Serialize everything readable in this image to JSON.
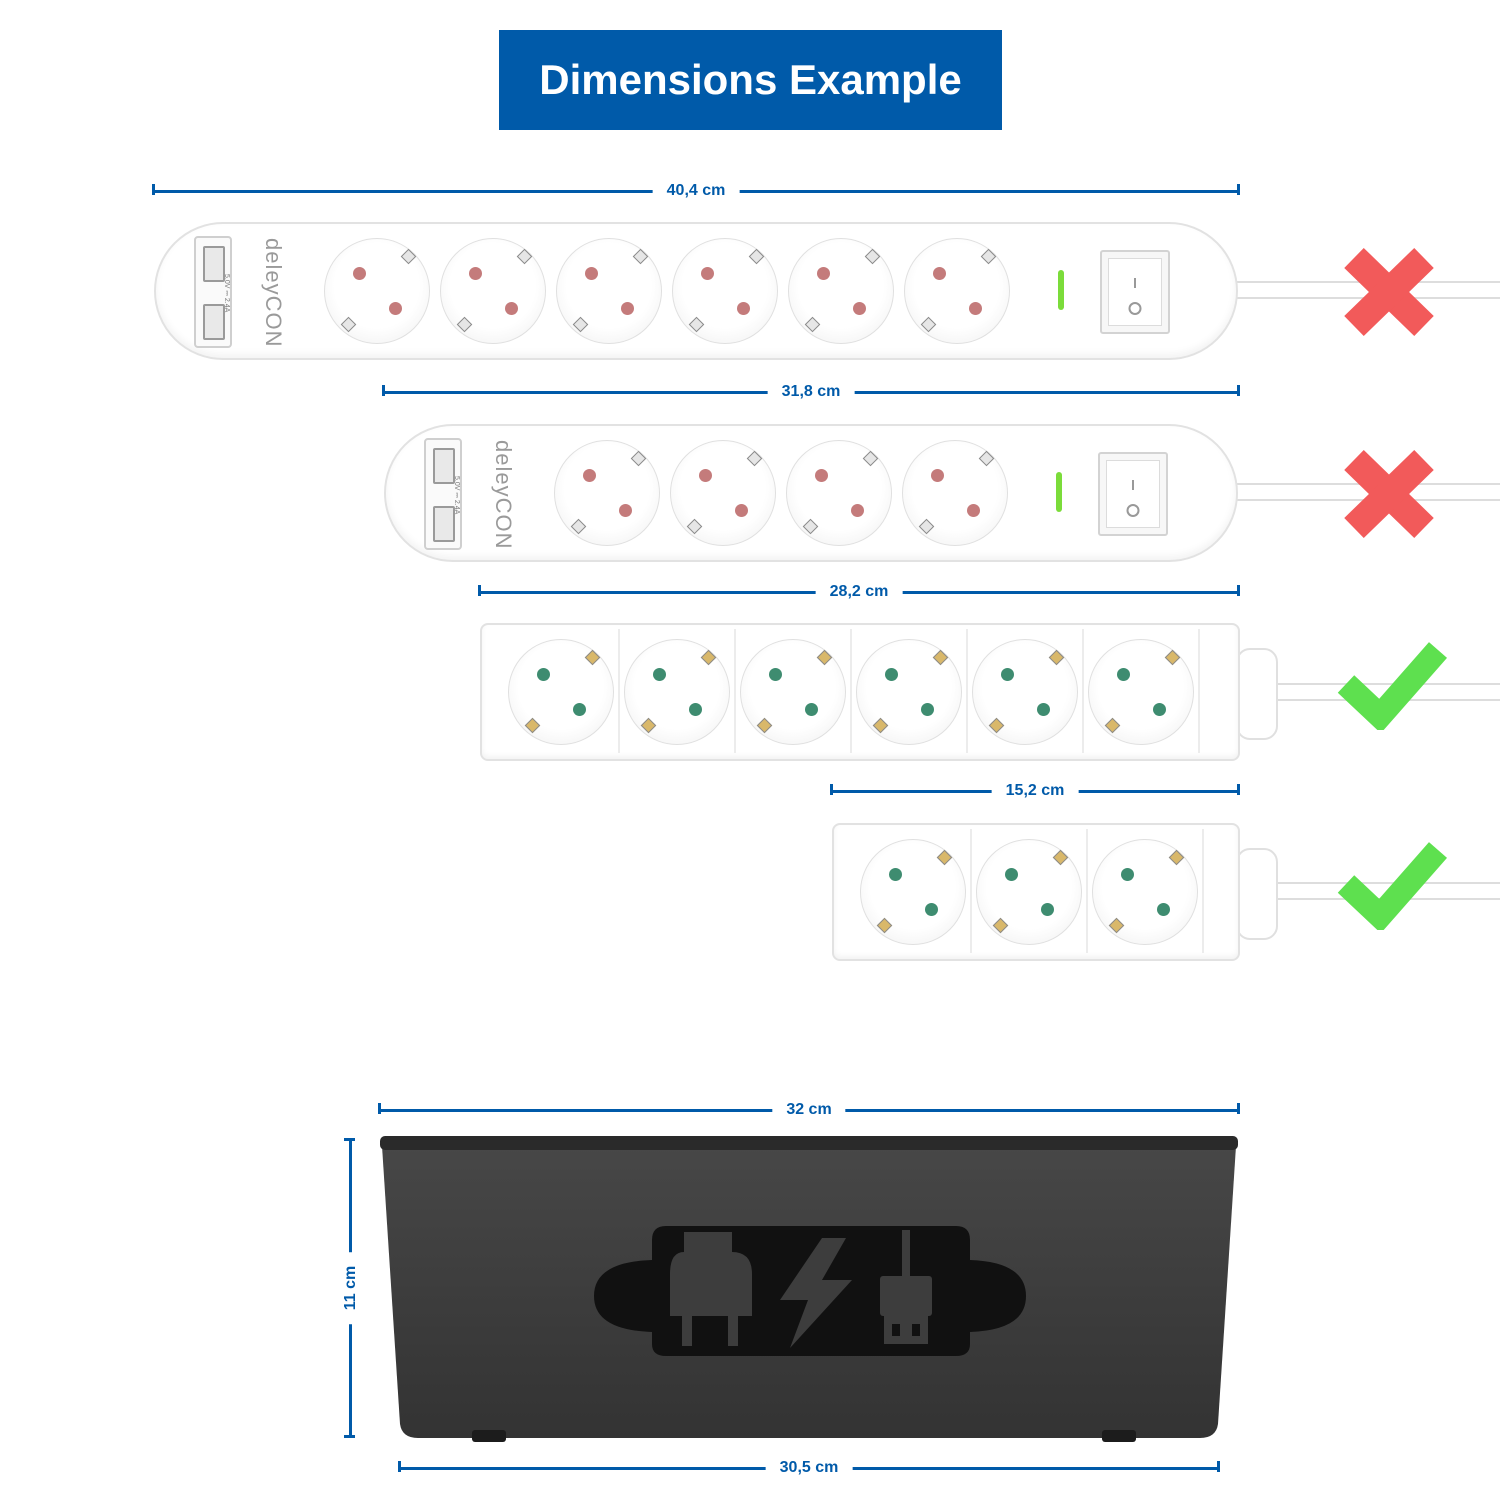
{
  "header": {
    "title": "Dimensions Example"
  },
  "colors": {
    "brand_blue": "#005aa9",
    "cross_red": "#f25a5a",
    "check_green": "#5ee04f",
    "socket_pin_red": "#c47b7b",
    "socket_pin_green": "#3e8c70",
    "clip_gold": "#d9b86a",
    "box_dark": "#3c3c3c",
    "box_lid": "#2a2a2a",
    "cutout": "#111111"
  },
  "strips": [
    {
      "width_label": "40,4 cm",
      "brand": "deleyCON",
      "usb_rating": "5.0V ⎓ 2.4A",
      "sockets": 6,
      "fits": false,
      "status_icon": "cross-icon"
    },
    {
      "width_label": "31,8 cm",
      "brand": "deleyCON",
      "usb_rating": "5.0V ⎓ 2.4A",
      "sockets": 4,
      "fits": false,
      "status_icon": "cross-icon"
    },
    {
      "width_label": "28,2 cm",
      "sockets": 6,
      "fits": true,
      "status_icon": "check-icon"
    },
    {
      "width_label": "15,2 cm",
      "sockets": 3,
      "fits": true,
      "status_icon": "check-icon"
    }
  ],
  "box": {
    "top_width_label": "32 cm",
    "height_label": "11 cm",
    "bottom_width_label": "30,5 cm",
    "cutout_icons": [
      "plug-icon",
      "lightning-icon",
      "usb-plug-icon"
    ]
  }
}
